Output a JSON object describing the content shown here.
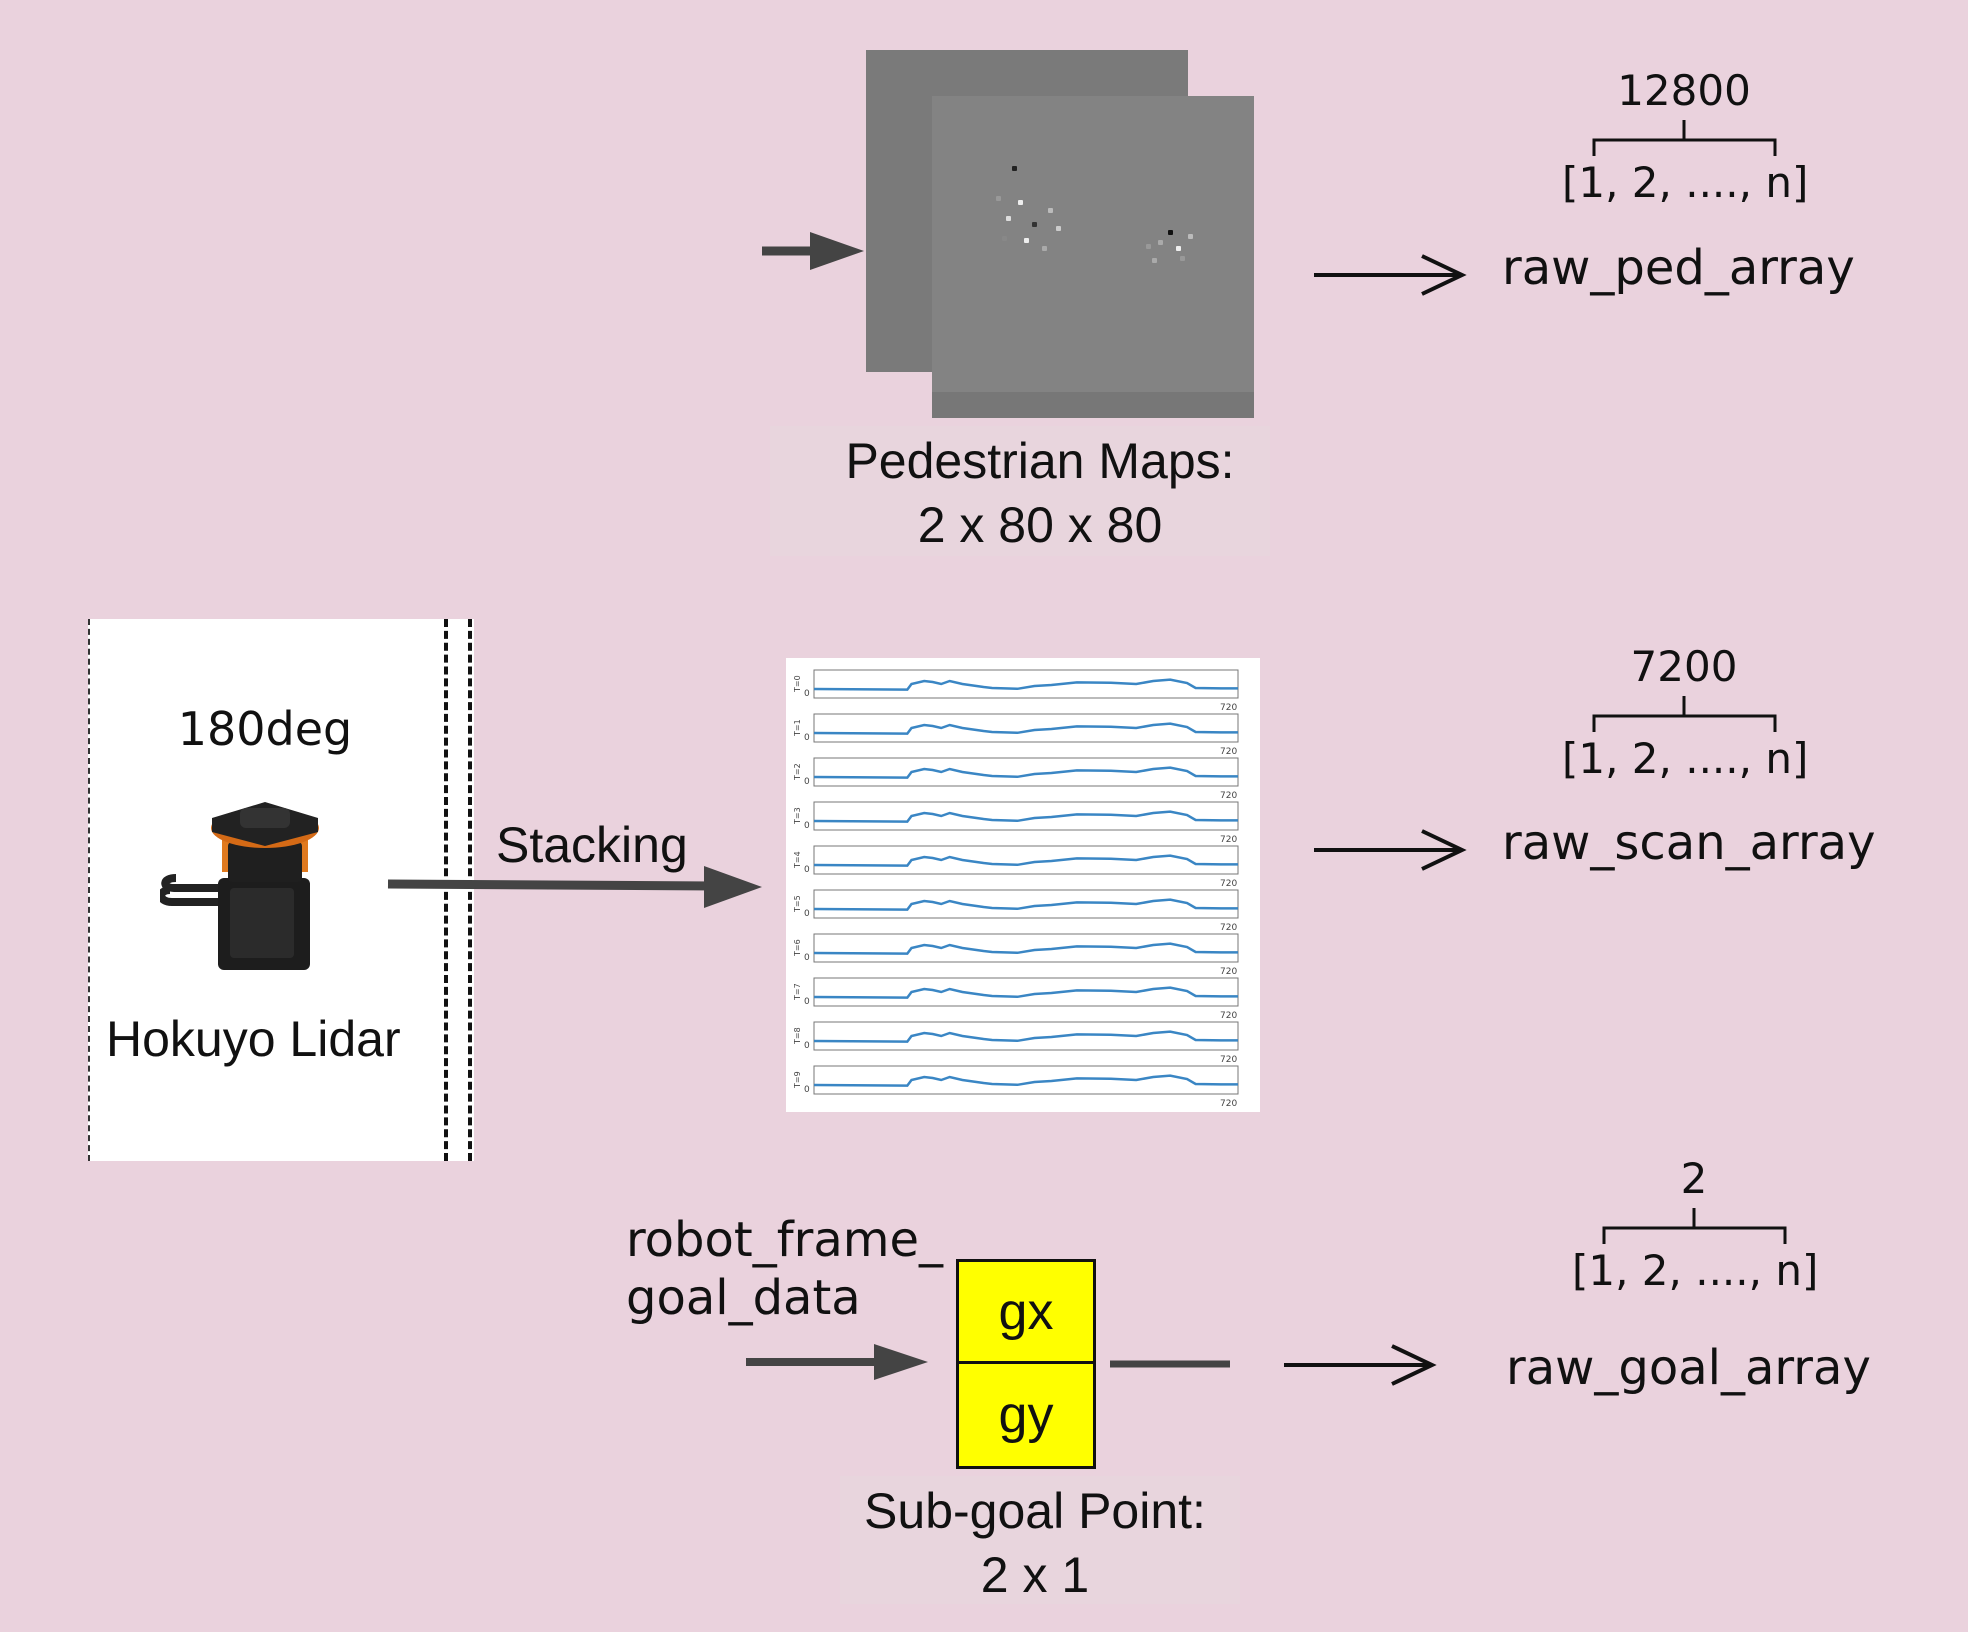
{
  "pedestrian": {
    "caption_line1": "Pedestrian Maps:",
    "caption_line2": "2 x 80 x 80",
    "count": "12800",
    "range": "[1, 2, ...., n]",
    "array_name": "raw_ped_array"
  },
  "lidar": {
    "angle_label": "180deg",
    "device_label": "Hokuyo Lidar",
    "stacking_label": "Stacking"
  },
  "scan": {
    "count": "7200",
    "range": "[1, 2, ...., n]",
    "array_name": "raw_scan_array",
    "row_labels": [
      "T=0",
      "T=1",
      "T=2",
      "T=3",
      "T=4",
      "T=5",
      "T=6",
      "T=7",
      "T=8",
      "T=9"
    ],
    "x_start": "0",
    "x_end": "720"
  },
  "goal": {
    "input_line1": "robot_frame_",
    "input_line2": "goal_data",
    "cell_top": "gx",
    "cell_bottom": "gy",
    "caption_line1": "Sub-goal Point:",
    "caption_line2": "2 x 1",
    "count": "2",
    "range": "[1, 2, ...., n]",
    "array_name": "raw_goal_array"
  },
  "colors": {
    "background": "#ead2dd",
    "scan_line": "#3a86c4",
    "goal_box": "#ffff00"
  }
}
